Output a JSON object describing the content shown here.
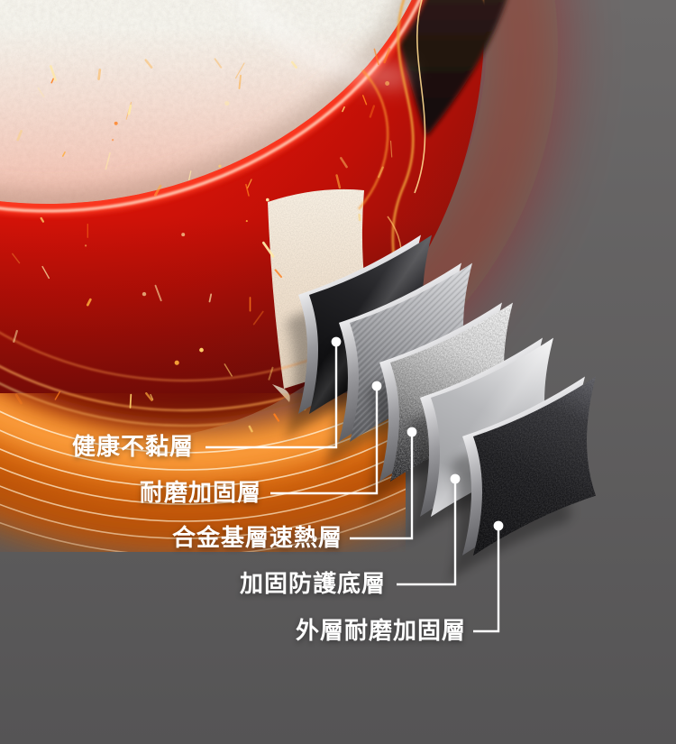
{
  "scene": {
    "background": {
      "top_color": "#6c6a6a",
      "bottom_color": "#555455"
    },
    "pot": {
      "name": "rice-cooker-inner-pot-with-rice",
      "body_color": "#e51509",
      "rim_highlight_color": "#ffc9b3",
      "outer_shell_color": "#241714",
      "rice_color": "#f3f1e9",
      "heat_glow_color": "#ef7c12",
      "ring_line_color": "#ffecd0",
      "spark_colors": [
        "#ffe9a8",
        "#ffd36a",
        "#ffae3c",
        "#ff7f1d"
      ]
    },
    "layers": [
      {
        "id": "non-stick",
        "label": "健康不黏層",
        "finish": "glossy-black",
        "color": "#1c1c1e"
      },
      {
        "id": "wear-resistant",
        "label": "耐磨加固層",
        "finish": "brushed-steel",
        "color": "#a8a9ad"
      },
      {
        "id": "alloy-fast-heat",
        "label": "合金基層速熱層",
        "finish": "speckled-alloy",
        "color": "#bdbdbd"
      },
      {
        "id": "protective-bottom",
        "label": "加固防護底層",
        "finish": "polished-silver",
        "color": "#c9cacc"
      },
      {
        "id": "outer-wear-resistant",
        "label": "外層耐磨加固層",
        "finish": "dark-grit",
        "color": "#121214"
      }
    ],
    "callout": {
      "line_color": "#ffffff",
      "dot_color": "#ffffff"
    }
  }
}
